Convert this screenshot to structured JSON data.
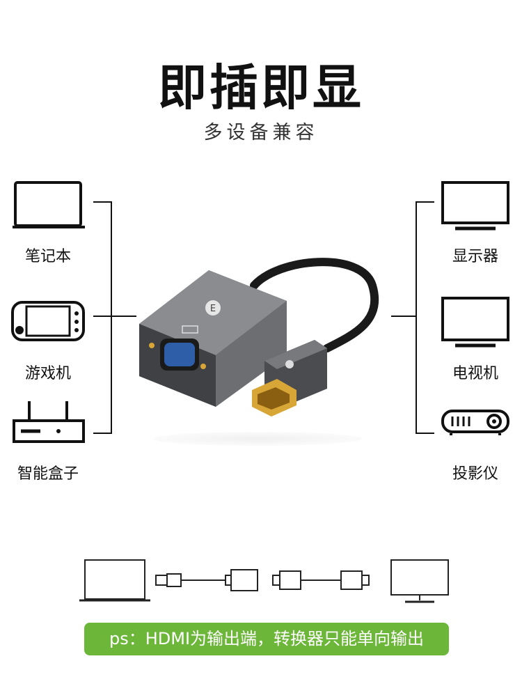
{
  "header": {
    "title": "即插即显",
    "subtitle": "多设备兼容"
  },
  "left_devices": [
    {
      "icon": "laptop-icon",
      "label": "笔记本"
    },
    {
      "icon": "game-console-icon",
      "label": "游戏机"
    },
    {
      "icon": "router-box-icon",
      "label": "智能盒子"
    }
  ],
  "right_devices": [
    {
      "icon": "monitor-icon",
      "label": "显示器"
    },
    {
      "icon": "tv-icon",
      "label": "电视机"
    },
    {
      "icon": "projector-icon",
      "label": "投影仪"
    }
  ],
  "product": {
    "name": "hdmi-to-vga-adapter"
  },
  "note": {
    "text": "ps：HDMI为输出端，转换器只能单向输出"
  },
  "colors": {
    "accent": "#6cb63a",
    "adapter_body": "#5b5d60",
    "vga_port": "#2f5ea8",
    "gold": "#d7a636"
  }
}
